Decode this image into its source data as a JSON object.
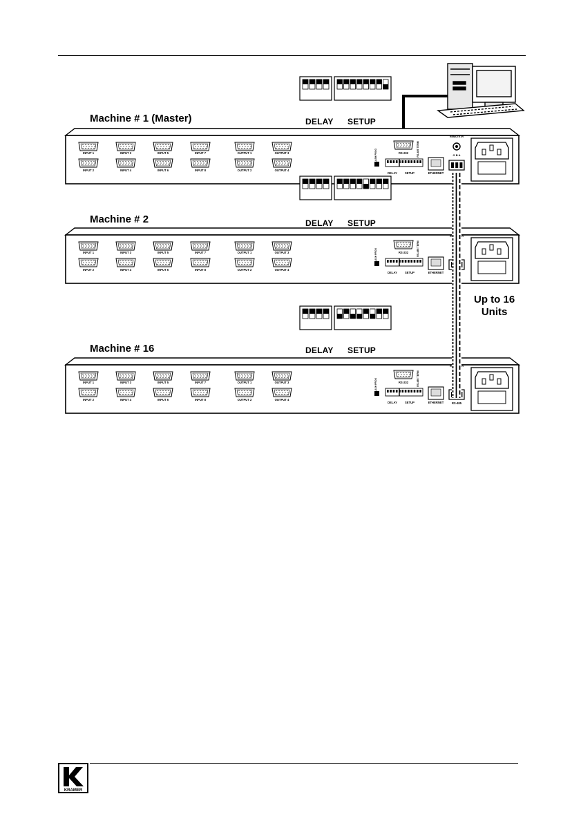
{
  "machines": [
    {
      "title": "Machine # 1 (Master)"
    },
    {
      "title": "Machine # 2"
    },
    {
      "title": "Machine # 16"
    }
  ],
  "switch_labels": {
    "delay": "DELAY",
    "setup": "SETUP"
  },
  "panel_labels": {
    "inputs_top": [
      "INPUT 1",
      "INPUT 3",
      "INPUT 5",
      "INPUT 7"
    ],
    "inputs_bottom": [
      "INPUT 2",
      "INPUT 4",
      "INPUT 6",
      "INPUT 8"
    ],
    "outputs_top": [
      "OUTPUT 1",
      "OUTPUT 3"
    ],
    "outputs_bottom": [
      "OUTPUT 2",
      "OUTPUT 4"
    ],
    "rs232": "RS-232",
    "ethernet": "ETHERNET",
    "rs485": "RS-485",
    "remote_ir": "REMOTE IR",
    "delay": "DELAY",
    "setup": "SETUP",
    "flash_prog": "FLASH PROG",
    "rs485_term": "RS-485 TERM",
    "gba": "G B A"
  },
  "units_label": {
    "line1": "Up to 16",
    "line2": "Units"
  },
  "logo": {
    "brand": "KRAMER"
  }
}
